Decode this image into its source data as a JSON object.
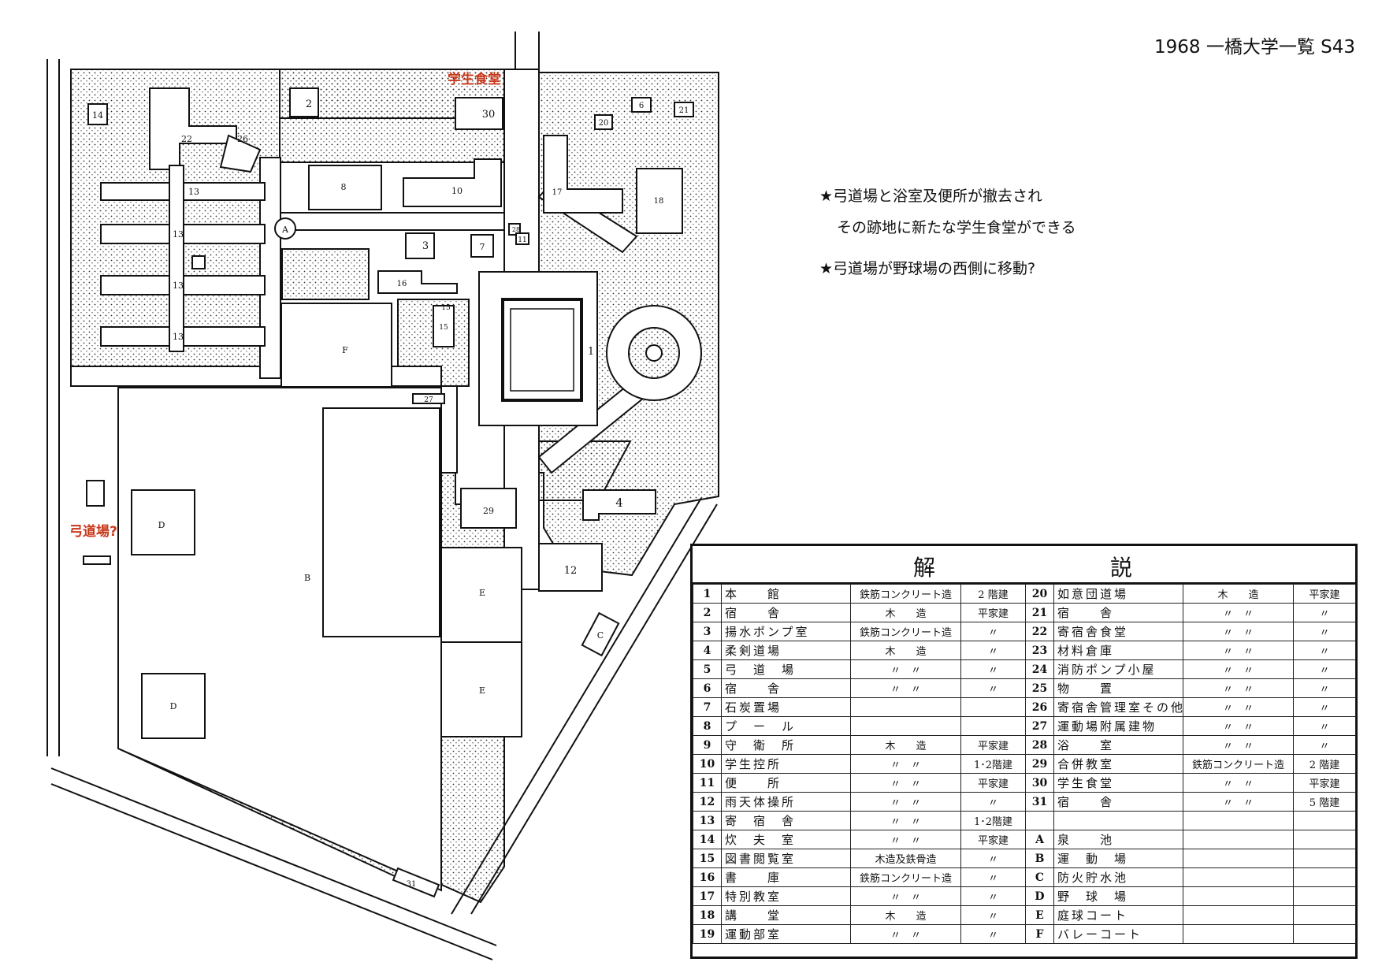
{
  "title": "1968 一橋大学一覧 S43",
  "notes": [
    "★弓道場と浴室及便所が撤去され",
    "その跡地に新たな学生食堂ができる",
    "★弓道場が野球場の西側に移動?"
  ],
  "annotations": {
    "cafeteria": "学生食堂",
    "archery": "弓道場?"
  },
  "colors": {
    "annotation": "#c8381a",
    "ink": "#111111"
  },
  "building_labels": [
    "1",
    "2",
    "3",
    "6",
    "7",
    "8",
    "10",
    "11",
    "12",
    "13",
    "13",
    "13",
    "13",
    "14",
    "15",
    "15",
    "16",
    "17",
    "18",
    "20",
    "21",
    "22",
    "26",
    "27",
    "28",
    "29",
    "30",
    "31",
    "4",
    "A",
    "B",
    "C",
    "D",
    "D",
    "E",
    "E",
    "F"
  ],
  "legend": {
    "header": [
      "解",
      "説"
    ],
    "rows": [
      [
        {
          "no": "1",
          "name": "本　　館",
          "structure": "鉄筋コンクリート造",
          "floors": "2 階建"
        },
        {
          "no": "20",
          "name": "如意団道場",
          "structure": "木　　造",
          "floors": "平家建"
        }
      ],
      [
        {
          "no": "2",
          "name": "宿　　舎",
          "structure": "木　　造",
          "floors": "平家建"
        },
        {
          "no": "21",
          "name": "宿　　舎",
          "structure": "〃　〃",
          "floors": "〃"
        }
      ],
      [
        {
          "no": "3",
          "name": "揚水ポンプ室",
          "structure": "鉄筋コンクリート造",
          "floors": "〃"
        },
        {
          "no": "22",
          "name": "寄宿舎食堂",
          "structure": "〃　〃",
          "floors": "〃"
        }
      ],
      [
        {
          "no": "4",
          "name": "柔剣道場",
          "structure": "木　　造",
          "floors": "〃"
        },
        {
          "no": "23",
          "name": "材料倉庫",
          "structure": "〃　〃",
          "floors": "〃"
        }
      ],
      [
        {
          "no": "5",
          "name": "弓　道　場",
          "structure": "〃　〃",
          "floors": "〃"
        },
        {
          "no": "24",
          "name": "消防ポンプ小屋",
          "structure": "〃　〃",
          "floors": "〃"
        }
      ],
      [
        {
          "no": "6",
          "name": "宿　　舎",
          "structure": "〃　〃",
          "floors": "〃"
        },
        {
          "no": "25",
          "name": "物　　置",
          "structure": "〃　〃",
          "floors": "〃"
        }
      ],
      [
        {
          "no": "7",
          "name": "石炭置場",
          "structure": "",
          "floors": ""
        },
        {
          "no": "26",
          "name": "寄宿舎管理室その他",
          "structure": "〃　〃",
          "floors": "〃"
        }
      ],
      [
        {
          "no": "8",
          "name": "プ　ー　ル",
          "structure": "",
          "floors": ""
        },
        {
          "no": "27",
          "name": "運動場附属建物",
          "structure": "〃　〃",
          "floors": "〃"
        }
      ],
      [
        {
          "no": "9",
          "name": "守　衛　所",
          "structure": "木　　造",
          "floors": "平家建"
        },
        {
          "no": "28",
          "name": "浴　　室",
          "structure": "〃　〃",
          "floors": "〃"
        }
      ],
      [
        {
          "no": "10",
          "name": "学生控所",
          "structure": "〃　〃",
          "floors": "1･2階建"
        },
        {
          "no": "29",
          "name": "合併教室",
          "structure": "鉄筋コンクリート造",
          "floors": "2 階建"
        }
      ],
      [
        {
          "no": "11",
          "name": "便　　所",
          "structure": "〃　〃",
          "floors": "平家建"
        },
        {
          "no": "30",
          "name": "学生食堂",
          "structure": "〃　〃",
          "floors": "平家建"
        }
      ],
      [
        {
          "no": "12",
          "name": "雨天体操所",
          "structure": "〃　〃",
          "floors": "〃"
        },
        {
          "no": "31",
          "name": "宿　　舎",
          "structure": "〃　〃",
          "floors": "5 階建"
        }
      ],
      [
        {
          "no": "13",
          "name": "寄　宿　舎",
          "structure": "〃　〃",
          "floors": "1･2階建"
        },
        {
          "no": "",
          "name": "",
          "structure": "",
          "floors": ""
        }
      ],
      [
        {
          "no": "14",
          "name": "炊　夫　室",
          "structure": "〃　〃",
          "floors": "平家建"
        },
        {
          "no": "A",
          "name": "泉　　池",
          "structure": "",
          "floors": ""
        }
      ],
      [
        {
          "no": "15",
          "name": "図書閲覧室",
          "structure": "木造及鉄骨造",
          "floors": "〃"
        },
        {
          "no": "B",
          "name": "運　動　場",
          "structure": "",
          "floors": ""
        }
      ],
      [
        {
          "no": "16",
          "name": "書　　庫",
          "structure": "鉄筋コンクリート造",
          "floors": "〃"
        },
        {
          "no": "C",
          "name": "防火貯水池",
          "structure": "",
          "floors": ""
        }
      ],
      [
        {
          "no": "17",
          "name": "特別教室",
          "structure": "〃　〃",
          "floors": "〃"
        },
        {
          "no": "D",
          "name": "野　球　場",
          "structure": "",
          "floors": ""
        }
      ],
      [
        {
          "no": "18",
          "name": "講　　堂",
          "structure": "木　　造",
          "floors": "〃"
        },
        {
          "no": "E",
          "name": "庭球コート",
          "structure": "",
          "floors": ""
        }
      ],
      [
        {
          "no": "19",
          "name": "運動部室",
          "structure": "〃　〃",
          "floors": "〃"
        },
        {
          "no": "F",
          "name": "バレーコート",
          "structure": "",
          "floors": ""
        }
      ]
    ]
  }
}
